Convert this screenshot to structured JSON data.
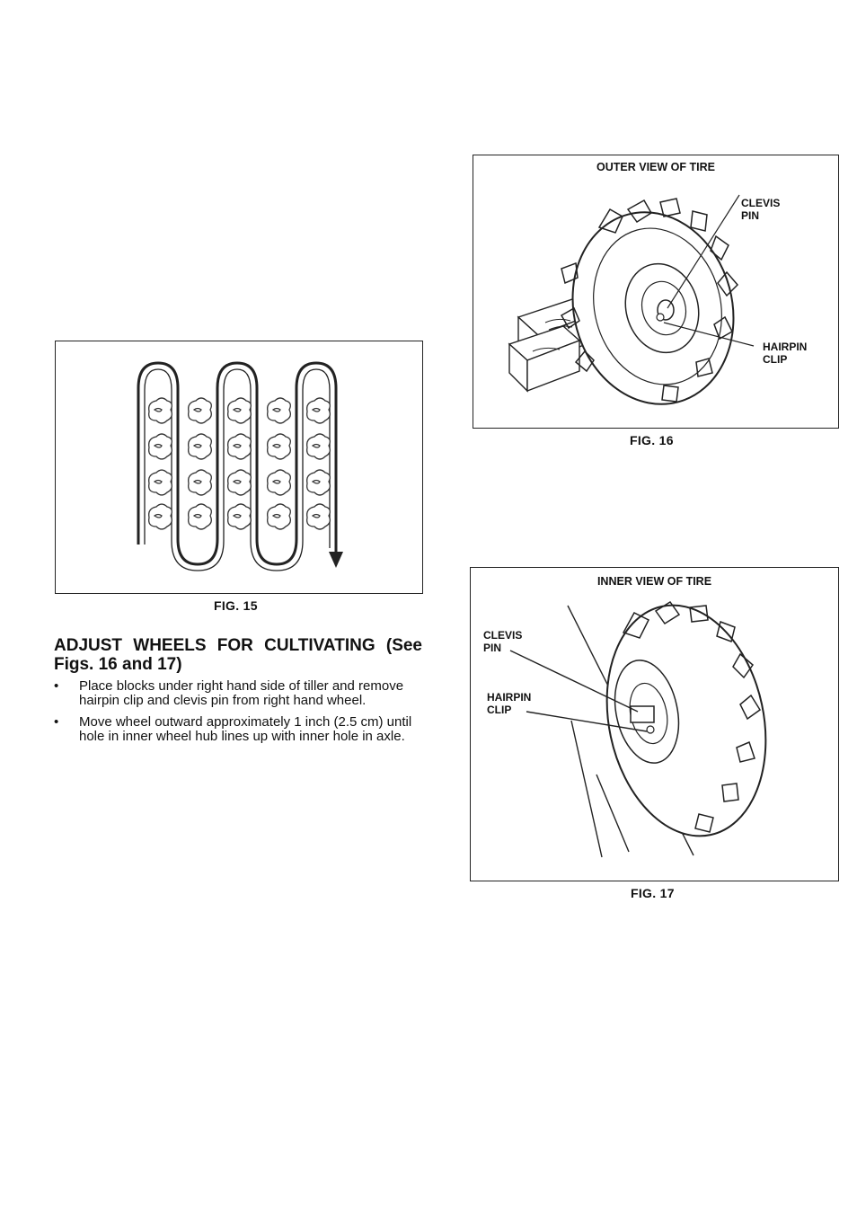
{
  "fig15": {
    "caption": "FIG. 15"
  },
  "fig16": {
    "title": "OUTER VIEW OF TIRE",
    "label_clevis_1": "CLEVIS",
    "label_clevis_2": "PIN",
    "label_hairpin_1": "HAIRPIN",
    "label_hairpin_2": "CLIP",
    "caption": "FIG. 16"
  },
  "fig17": {
    "title": "INNER VIEW OF TIRE",
    "label_clevis_1": "CLEVIS",
    "label_clevis_2": "PIN",
    "label_hairpin_1": "HAIRPIN",
    "label_hairpin_2": "CLIP",
    "caption": "FIG. 17"
  },
  "section": {
    "heading": "ADJUST WHEELS FOR CULTIVATING (See Figs. 16 and 17)",
    "bullets": [
      "Place blocks under right hand side of tiller and remove hairpin clip and clevis pin from right hand wheel.",
      "Move wheel outward approximately 1 inch (2.5 cm) until hole in inner wheel hub lines up with inner hole in axle."
    ]
  }
}
